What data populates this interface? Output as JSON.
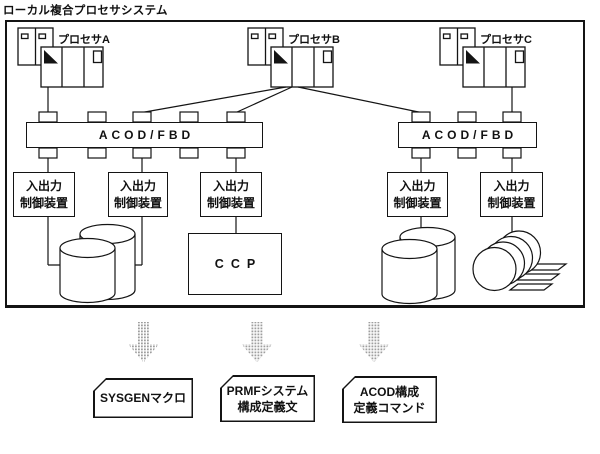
{
  "title": "ローカル複合プロセサシステム",
  "processors": [
    {
      "label": "プロセサA"
    },
    {
      "label": "プロセサB"
    },
    {
      "label": "プロセサC"
    }
  ],
  "buses": {
    "left": "ACOD/FBD",
    "right": "ACOD/FBD"
  },
  "io_controller": {
    "line1": "入出力",
    "line2": "制御装置"
  },
  "ccp_label": "CCP",
  "cards": [
    {
      "line1": "SYSGENマクロ",
      "line2": ""
    },
    {
      "line1": "PRMFシステム",
      "line2": "構成定義文"
    },
    {
      "line1": "ACOD構成",
      "line2": "定義コマンド"
    }
  ],
  "icons": {
    "processor": "processor-cabinet-icon",
    "storage_left": "disk-stack-icon",
    "storage_right": "disk-stack-icon",
    "storage_pack": "disk-pack-icon",
    "arrow": "halftone-down-arrow-icon"
  },
  "colors": {
    "line": "#141414",
    "background": "#ffffff",
    "arrow_fill": "#9e9e9e"
  }
}
